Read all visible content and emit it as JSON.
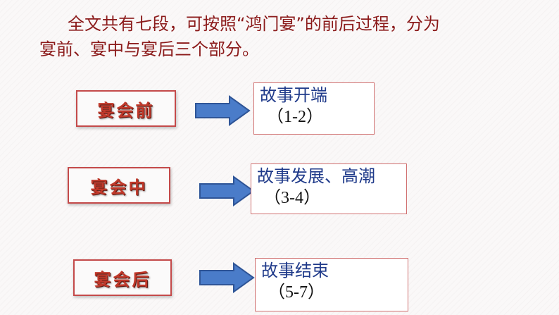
{
  "intro": {
    "line1": "全文共有七段，可按照“鸿门宴”的前后过程，分为",
    "line2": "宴前、宴中与宴后三个部分。"
  },
  "sections": [
    {
      "stage": "宴会前",
      "title": "故事开端",
      "range": "（1-2）"
    },
    {
      "stage": "宴会中",
      "title": "故事发展、高潮",
      "range": "（3-4）"
    },
    {
      "stage": "宴会后",
      "title": "故事结束",
      "range": "（5-7）"
    }
  ],
  "colors": {
    "intro_text": "#8b1a1a",
    "stage_text": "#c0392b",
    "box_title": "#1f3a8a",
    "arrow_fill": "#4a7cc9"
  }
}
